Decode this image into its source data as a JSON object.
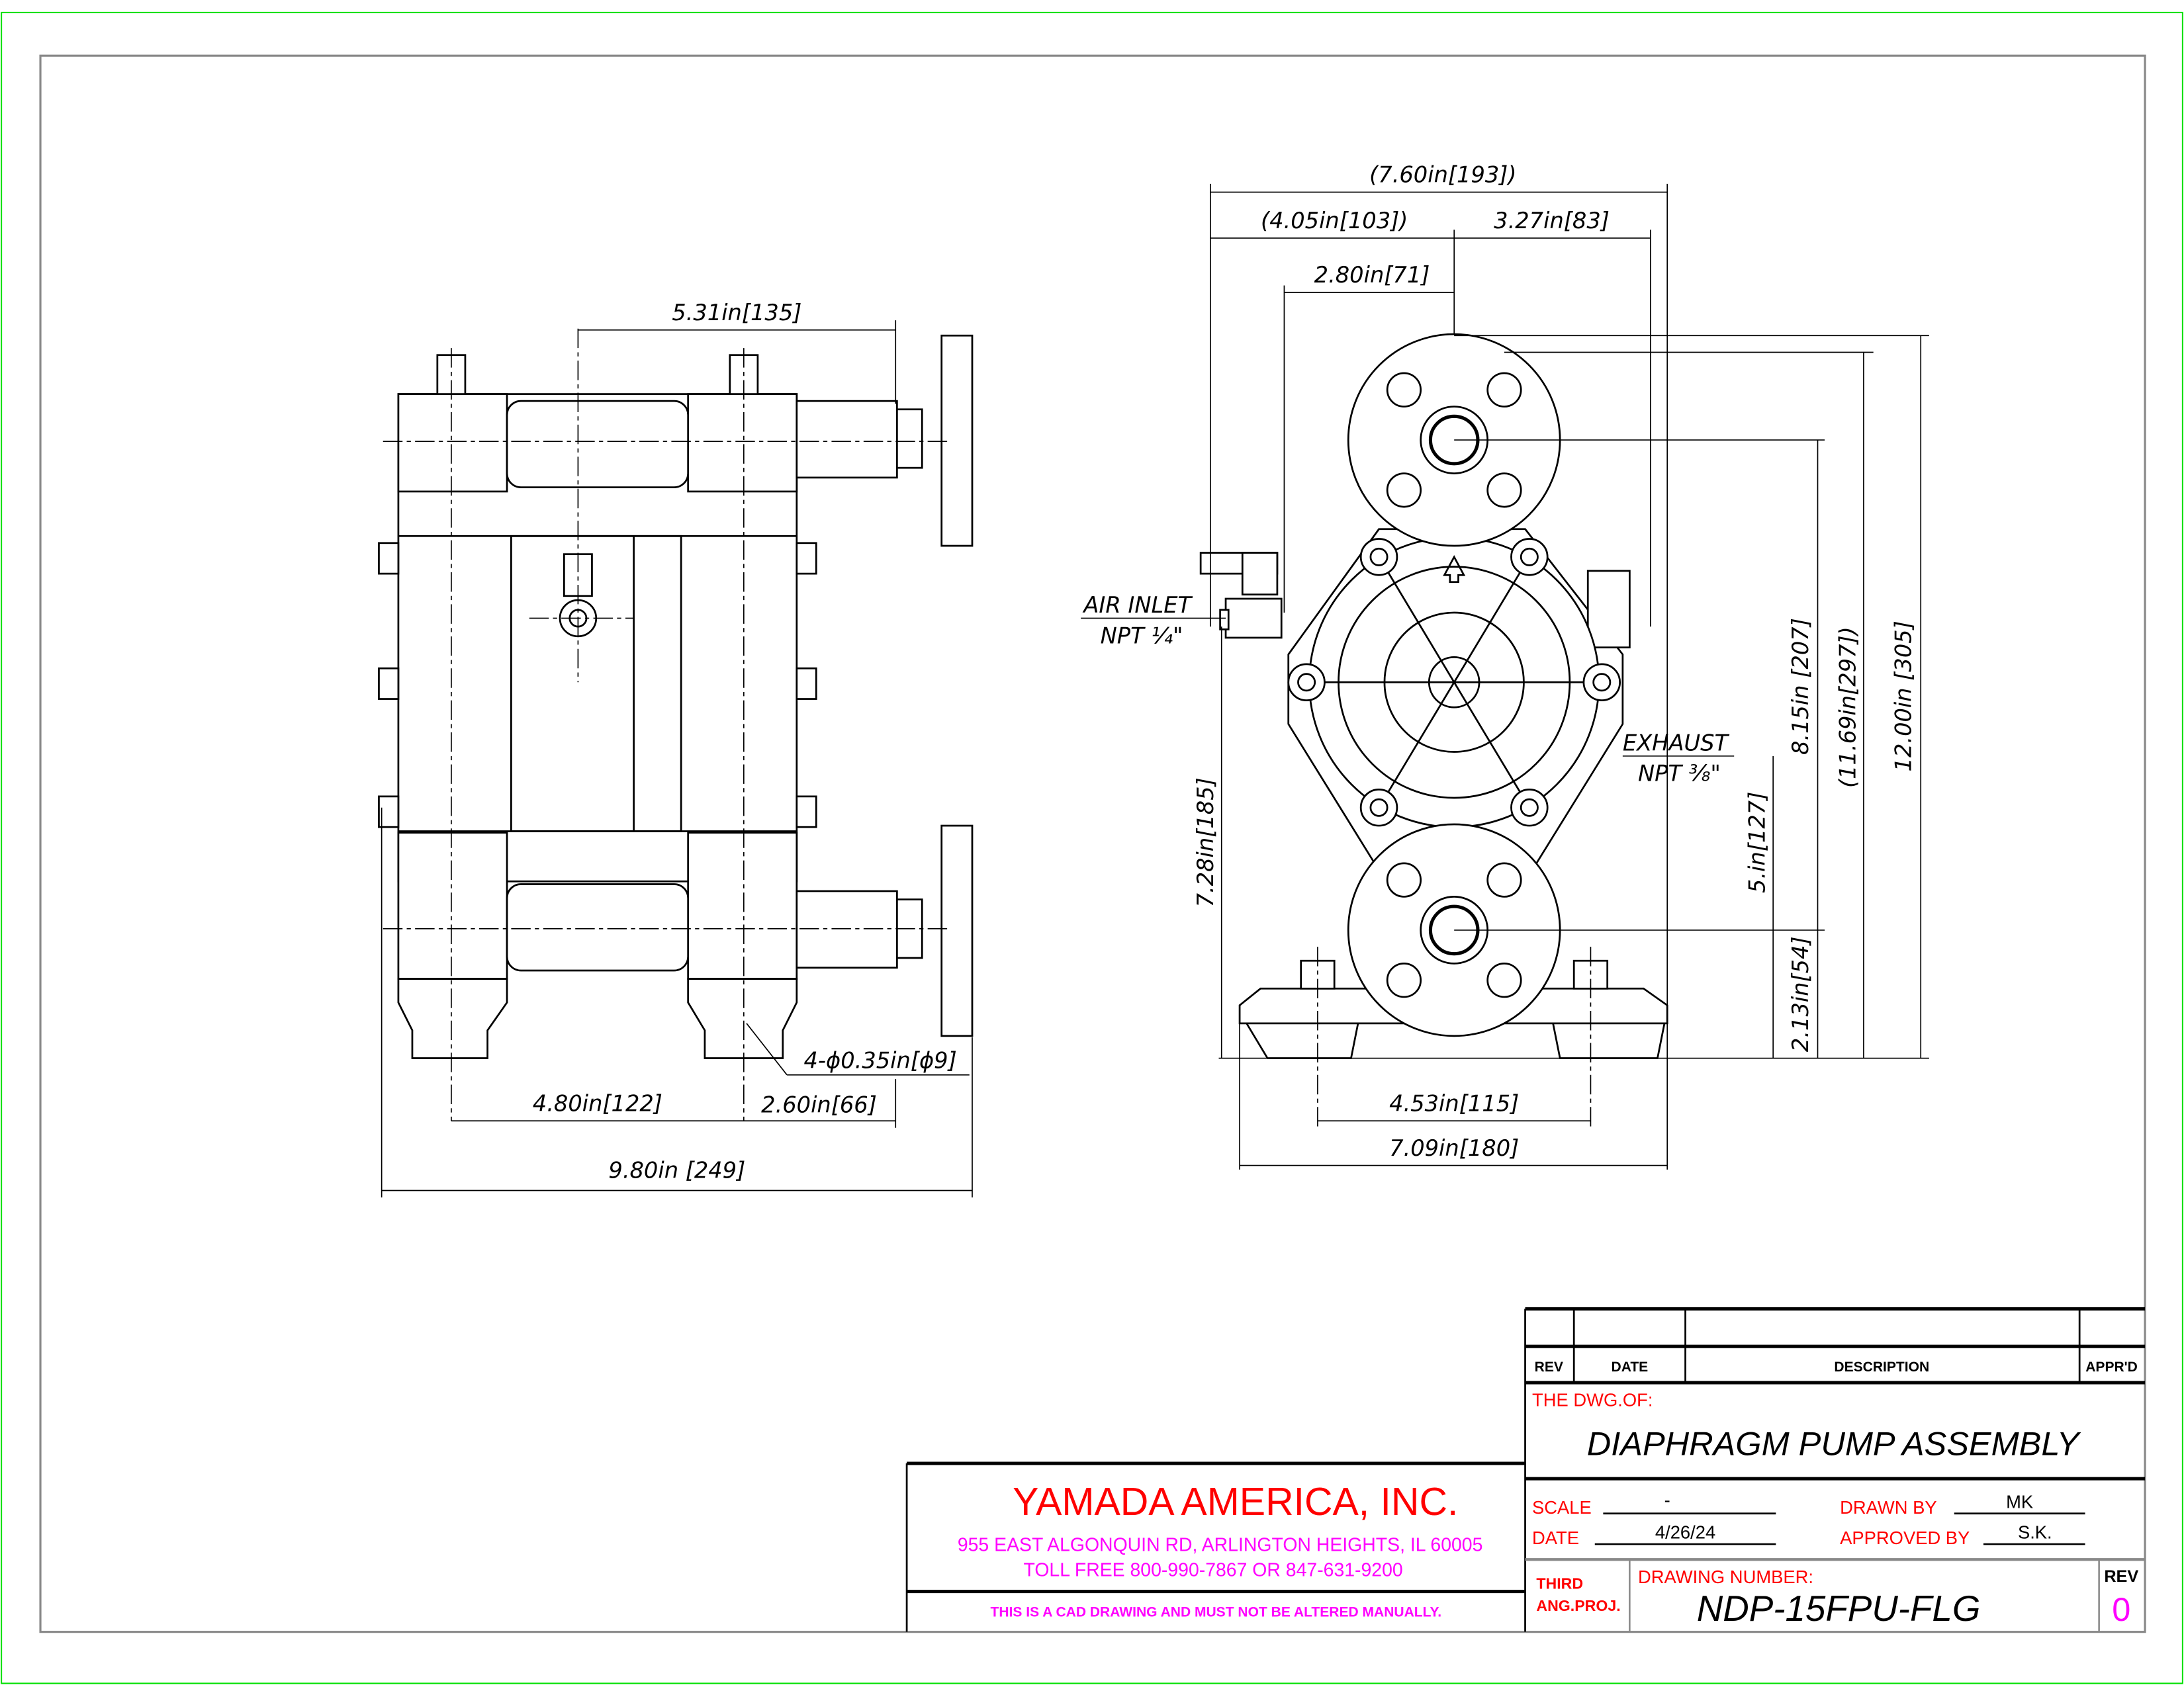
{
  "dimensions": {
    "left_view": {
      "top_width": "5.31in[135]",
      "hole": "4-ϕ0.35in[ϕ9]",
      "foot_spacing": "4.80in[122]",
      "foot_offset": "2.60in[66]",
      "overall_width": "9.80in [249]"
    },
    "front_view": {
      "overall_width": "(7.60in[193])",
      "left_width": "(4.05in[103])",
      "right_width": "3.27in[83]",
      "air_offset": "2.80in[71]",
      "air_inlet_label": "AIR INLET",
      "air_inlet_size": "NPT ¼\"",
      "exhaust_label": "EXHAUST",
      "exhaust_size": "NPT ⅜\"",
      "air_height": "7.28in[185]",
      "exhaust_height": "5.in[127]",
      "port_spacing": "8.15in [207]",
      "body_height": "(11.69in[297])",
      "overall_height": "12.00in [305]",
      "outlet_height": "2.13in[54]",
      "foot_spacing": "4.53in[115]",
      "base_width": "7.09in[180]"
    }
  },
  "revision_table": {
    "headers": [
      "REV",
      "DATE",
      "DESCRIPTION",
      "APPR'D"
    ]
  },
  "title_block": {
    "dwg_of_label": "THE DWG.OF:",
    "title": "DIAPHRAGM PUMP ASSEMBLY",
    "company": "YAMADA AMERICA, INC.",
    "address": "955 EAST ALGONQUIN RD, ARLINGTON HEIGHTS, IL 60005",
    "phone": "TOLL FREE 800-990-7867 OR 847-631-9200",
    "notice": "THIS IS A CAD DRAWING AND MUST NOT BE ALTERED MANUALLY.",
    "scale_label": "SCALE",
    "scale_value": "-",
    "date_label": "DATE",
    "date_value": "4/26/24",
    "drawn_by_label": "DRAWN BY",
    "drawn_by_value": "MK",
    "approved_by_label": "APPROVED BY",
    "approved_by_value": "S.K.",
    "projection_line1": "THIRD",
    "projection_line2": "ANG.PROJ.",
    "drawing_number_label": "DRAWING NUMBER:",
    "drawing_number": "NDP-15FPU-FLG",
    "rev_label": "REV",
    "rev_value": "0"
  }
}
